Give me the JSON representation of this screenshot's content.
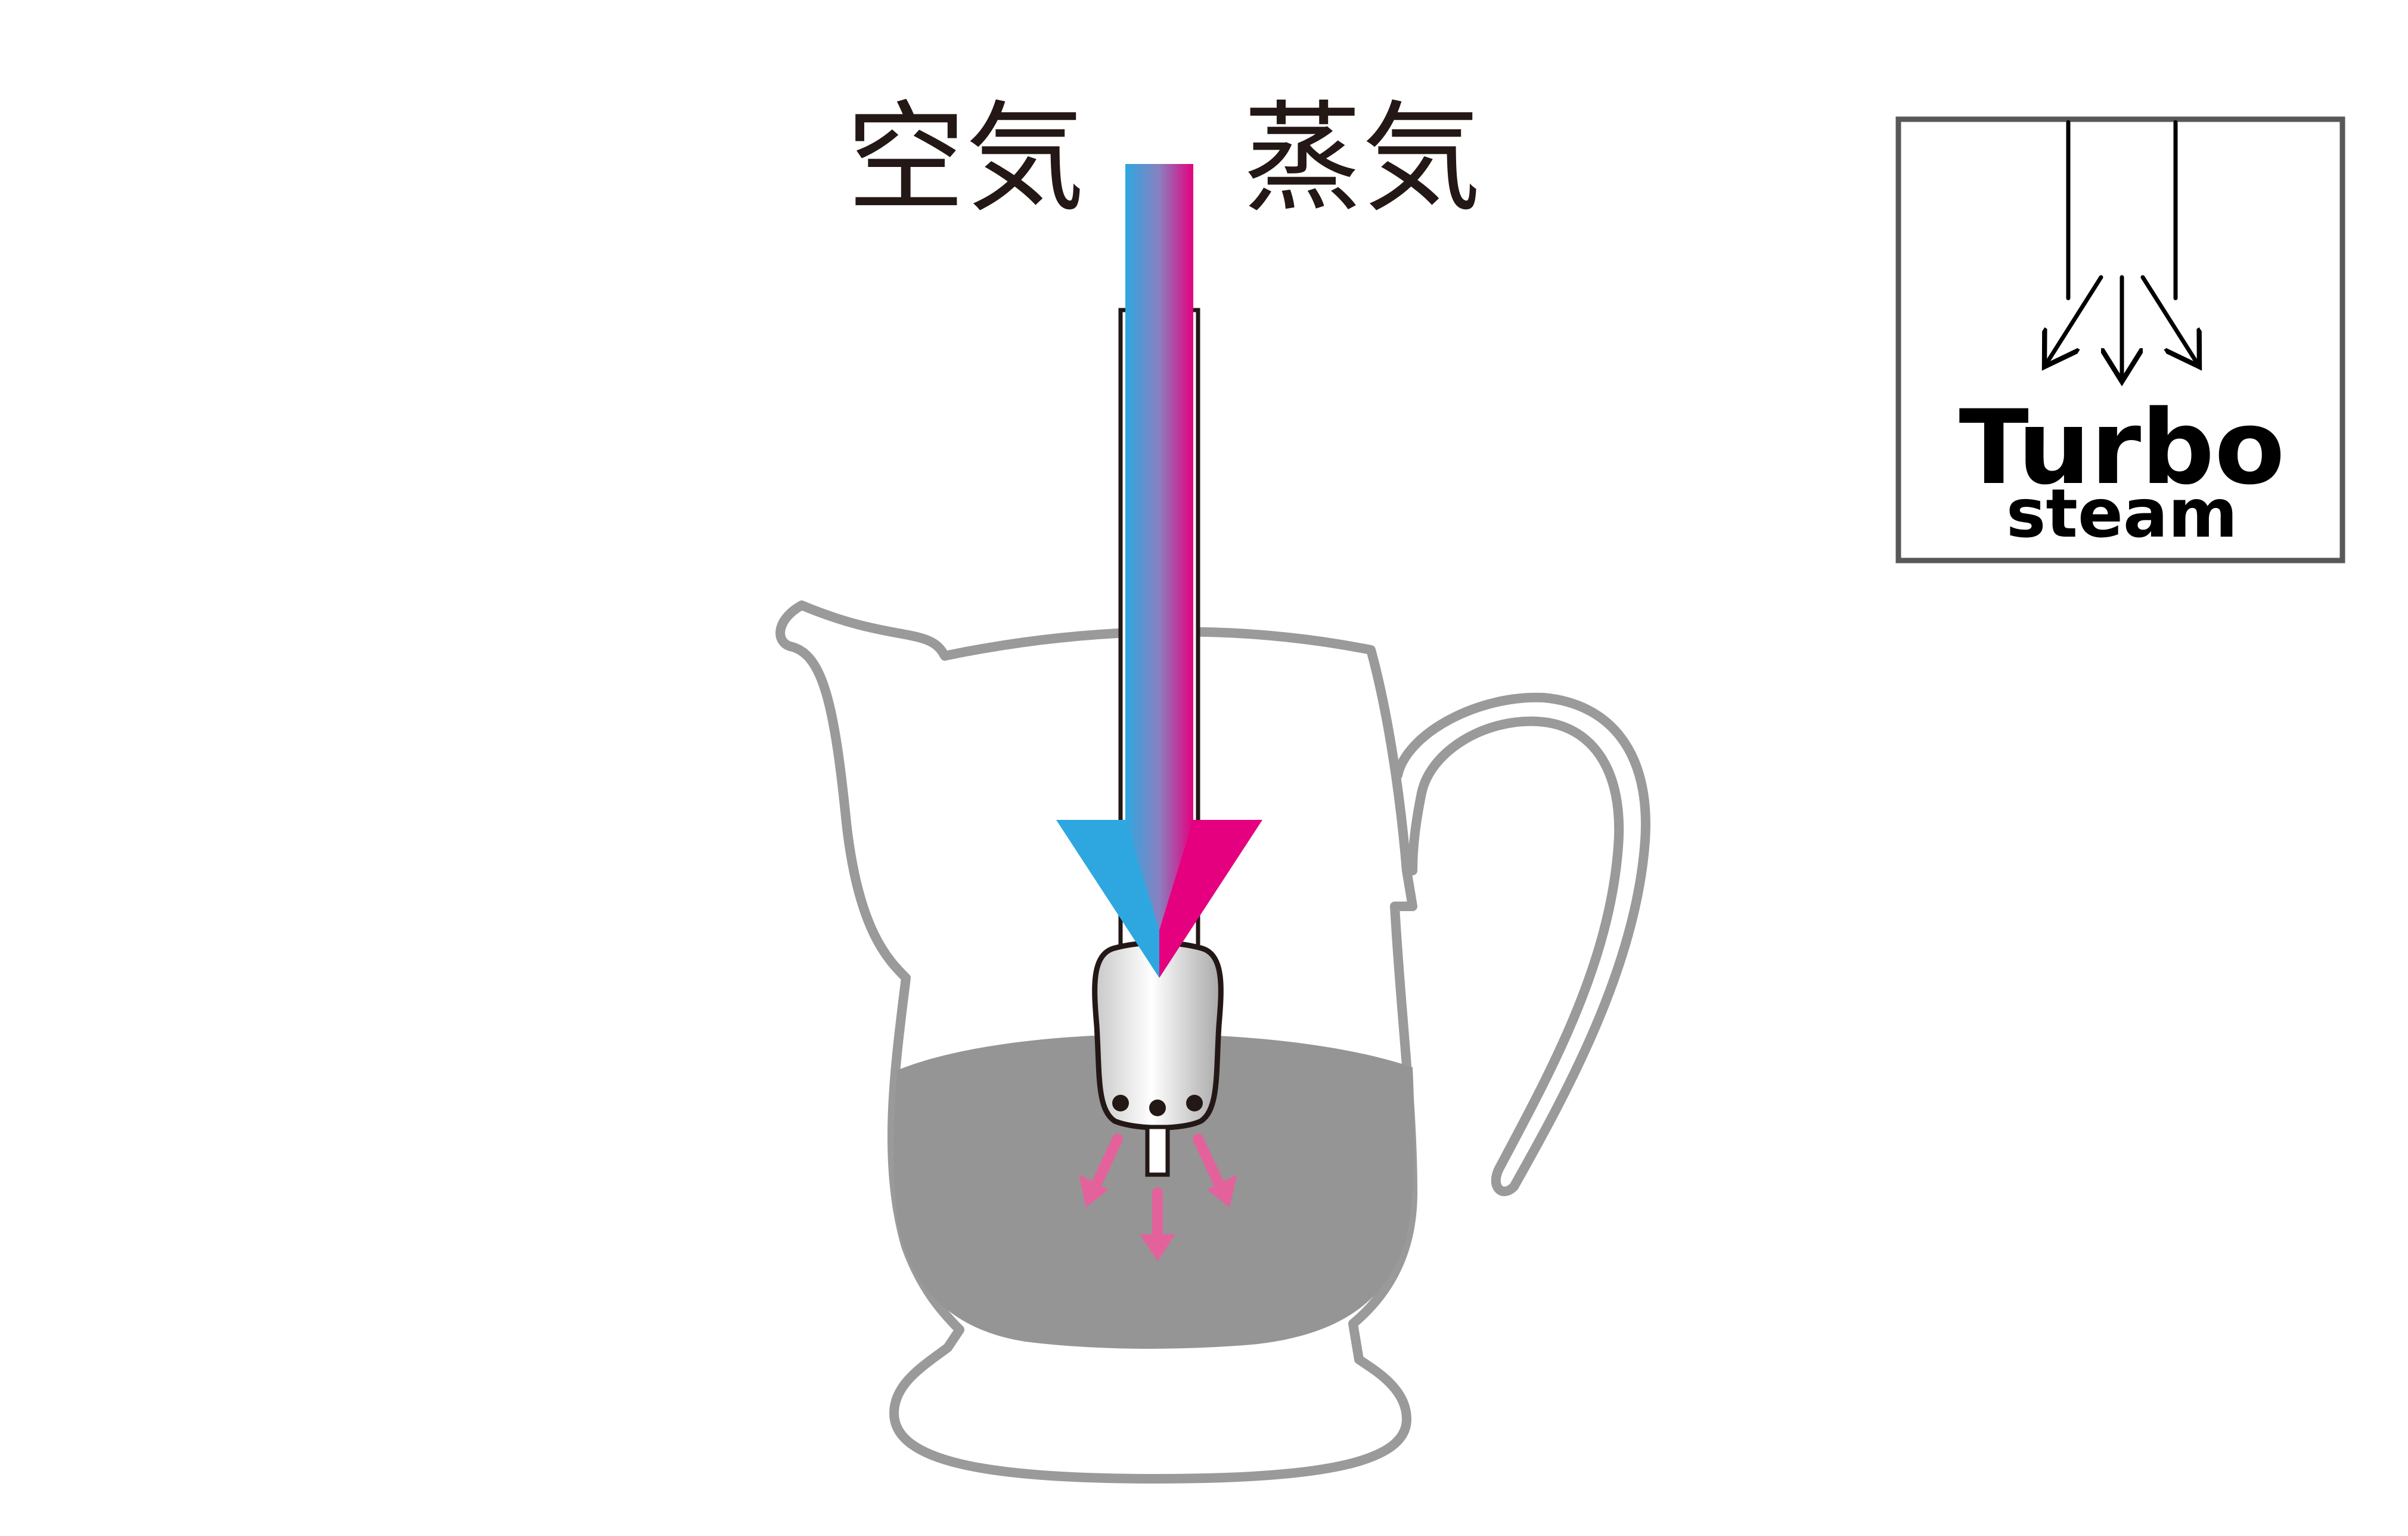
{
  "labels": {
    "air": "空気",
    "steam": "蒸気"
  },
  "badge": {
    "title": "Turbo",
    "subtitle": "steam"
  },
  "colors": {
    "air": "#2ea7e0",
    "steam": "#e4007f",
    "milk": "#959595",
    "pitcher_outline": "#9a9a9a",
    "spray": "#e4629b",
    "ink": "#231815"
  }
}
